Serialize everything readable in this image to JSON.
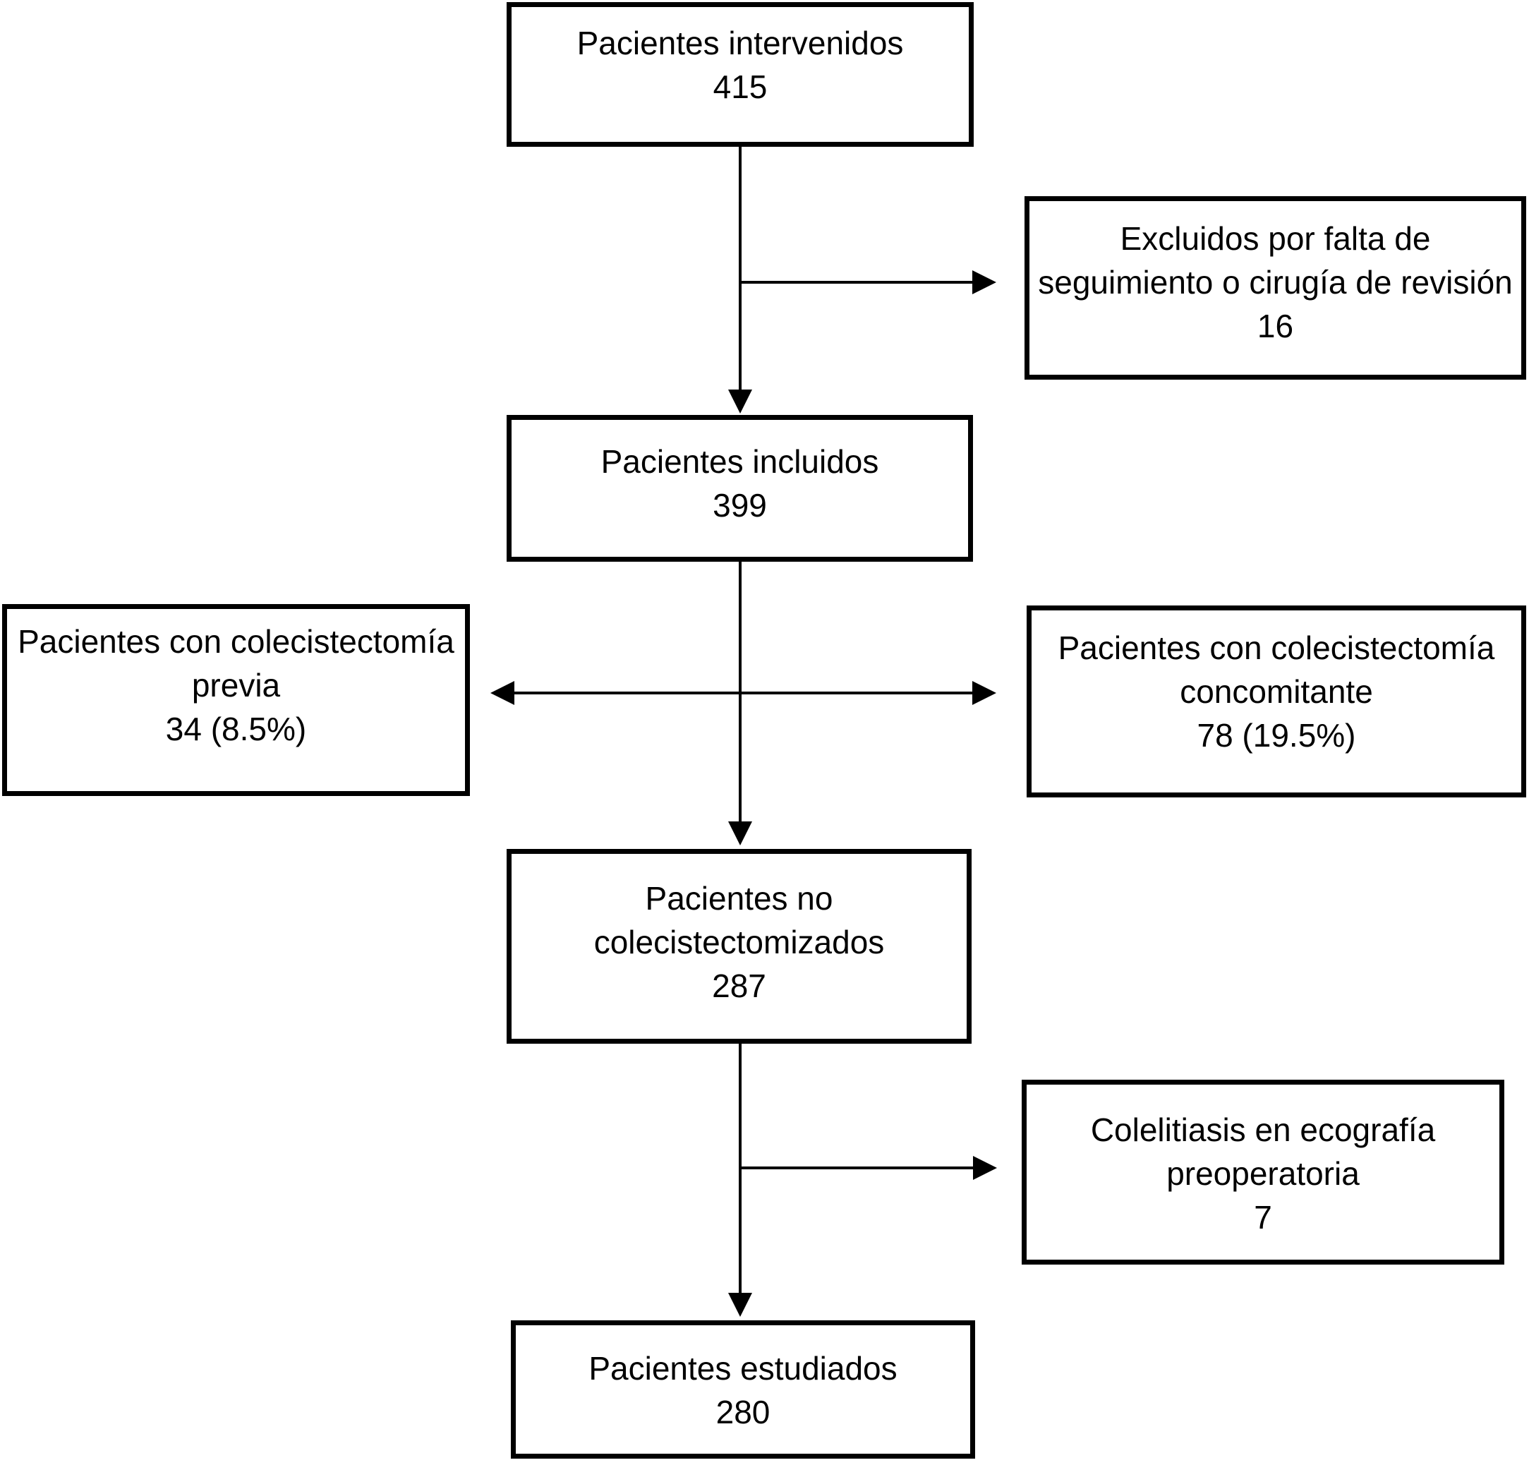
{
  "figure": {
    "background_color": "#ffffff",
    "line_color": "#000000",
    "text_color": "#000000"
  },
  "boxes": {
    "intervenidos": {
      "label": "Pacientes intervenidos",
      "value": "415"
    },
    "excluidos": {
      "label": "Excluidos por falta de\nseguimiento o cirugía de revisión",
      "value": "16"
    },
    "incluidos": {
      "label": "Pacientes incluidos",
      "value": "399"
    },
    "colecistectomia_previa": {
      "label": "Pacientes con colecistectomía\nprevia",
      "value": "34 (8.5%)"
    },
    "colecistectomia_concomitante": {
      "label": "Pacientes con colecistectomía\nconcomitante",
      "value": "78 (19.5%)"
    },
    "no_colecistectomizados": {
      "label": "Pacientes no\ncolecistectomizados",
      "value": "287"
    },
    "colelitiasis": {
      "label": "Colelitiasis en ecografía\npreoperatoria",
      "value": "7"
    },
    "estudiados": {
      "label": "Pacientes estudiados",
      "value": "280"
    }
  }
}
